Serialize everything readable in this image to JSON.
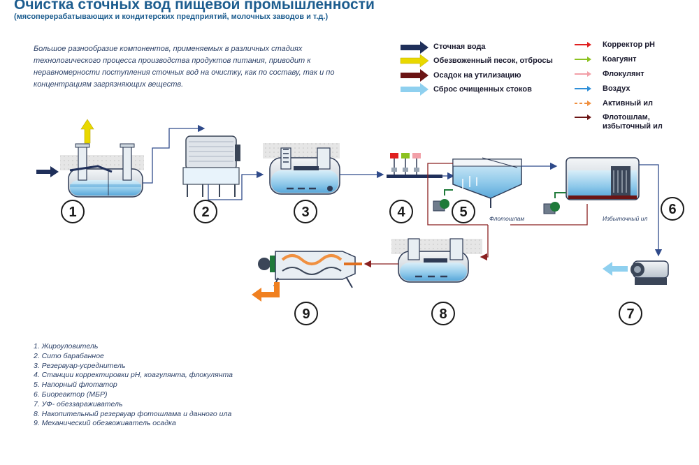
{
  "title": "Очистка сточных вод пищевой промышленности",
  "subtitle": "(мясоперерабатывающих и кондитерских предприятий, молочных заводов и т.д.)",
  "intro": "Большое разнообразие компонентов, применяемых в различных стадиях технологического процесса производства продуктов питания, приводит к неравномерности поступления сточных вод на очистку, как по составу, так и по концентрациям загрязняющих веществ.",
  "legend_left": [
    {
      "label": "Сточная вода",
      "color": "#1f2f5a"
    },
    {
      "label": "Обезвоженный песок, отбросы",
      "color": "#e9d800"
    },
    {
      "label": "Осадок на утилизацию",
      "color": "#6b1414"
    },
    {
      "label": "Сброс очищенных стоков",
      "color": "#8fd0ef"
    }
  ],
  "legend_right": [
    {
      "label": "Корректор pH",
      "color": "#e02020"
    },
    {
      "label": "Коагуянт",
      "color": "#8cc220"
    },
    {
      "label": "Флокулянт",
      "color": "#f2a0a8"
    },
    {
      "label": "Воздух",
      "color": "#2f8fd8"
    },
    {
      "label": "Активный ил",
      "color": "#f09040"
    },
    {
      "label": "Флотошлам, избыточный ил",
      "color": "#6b1414"
    }
  ],
  "stage_numbers": [
    "1",
    "2",
    "3",
    "4",
    "5",
    "6",
    "7",
    "8",
    "9"
  ],
  "flow_labels": {
    "flotosludge": "Флотошлам",
    "excess_sludge": "Избыточный ил"
  },
  "stages_list": [
    "1. Жироуловитель",
    "2. Сито барабанное",
    "3. Резервуар-усреднитель",
    "4. Станции корректировки pH, коагулянта, флокулянта",
    "5. Напорный флотатор",
    "6. Биореактор (МБР)",
    "7. УФ- обеззараживатель",
    "8. Накопительный резервуар фотошлама и данного ила",
    "9. Механический обезвоживатель осадка"
  ]
}
